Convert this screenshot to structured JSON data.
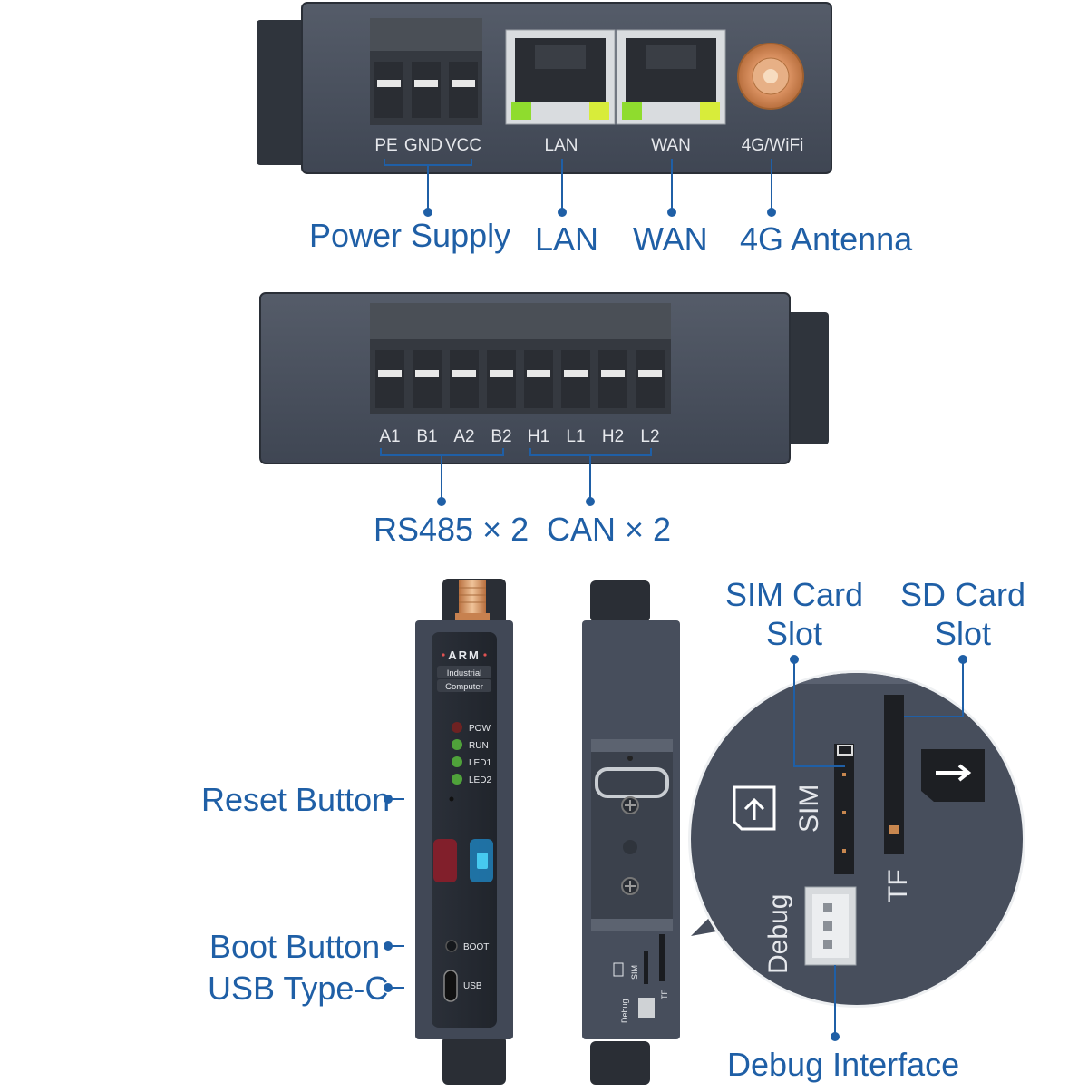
{
  "colors": {
    "device": "#474e5c",
    "device_dark": "#2b3039",
    "terminal": "#3a3e45",
    "accent_blue": "#1f5fa6",
    "led_green": "#8fdc2e",
    "led_red": "#7a2020",
    "antenna_copper": "#d99060"
  },
  "top_panel": {
    "port_labels": {
      "pe": "PE",
      "gnd": "GND",
      "vcc": "VCC",
      "lan": "LAN",
      "wan": "WAN",
      "antenna": "4G/WiFi"
    },
    "callouts": {
      "power": "Power Supply",
      "lan": "LAN",
      "wan": "WAN",
      "antenna": "4G Antenna"
    }
  },
  "middle_panel": {
    "pin_labels": [
      "A1",
      "B1",
      "A2",
      "B2",
      "H1",
      "L1",
      "H2",
      "L2"
    ],
    "callouts": {
      "rs485": "RS485 × 2",
      "can": "CAN × 2"
    }
  },
  "front_panel": {
    "brand": "ARM",
    "subtitle_1": "Industrial",
    "subtitle_2": "Computer",
    "leds": [
      "POW",
      "RUN",
      "LED1",
      "LED2"
    ],
    "boot_label": "BOOT",
    "usb_label": "USB",
    "callouts": {
      "reset": "Reset Button",
      "boot": "Boot Button",
      "usb": "USB Type-C"
    }
  },
  "side_panel": {
    "sim_small": "SIM",
    "tf_small": "TF",
    "debug_small": "Debug"
  },
  "zoom": {
    "sim": "SIM",
    "tf": "TF",
    "debug": "Debug",
    "callouts": {
      "sim_line1": "SIM Card",
      "sim_line2": "Slot",
      "sd_line1": "SD Card",
      "sd_line2": "Slot",
      "debug": "Debug Interface"
    }
  }
}
